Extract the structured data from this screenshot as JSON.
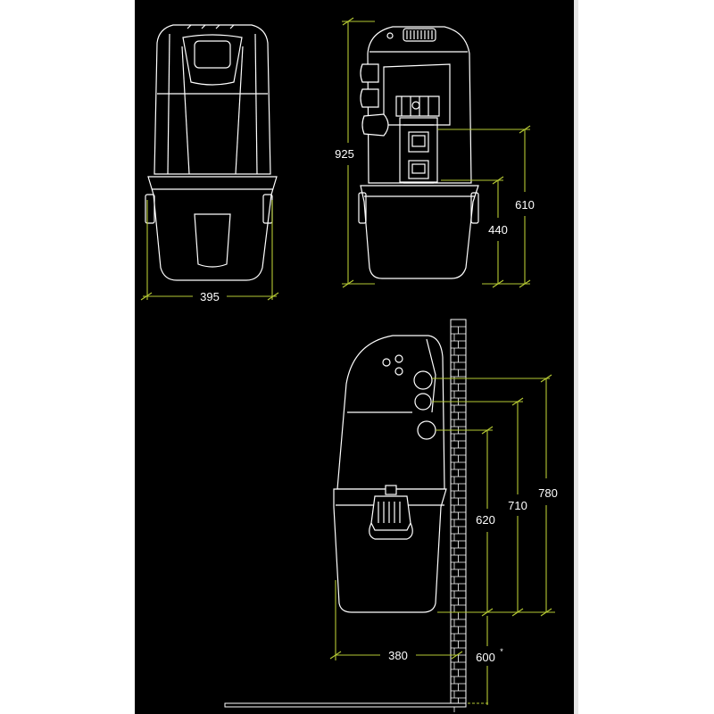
{
  "colors": {
    "background": "#000000",
    "outline": "#ffffff",
    "dimension_line": "#b5c934",
    "page": "#ffffff"
  },
  "front_view": {
    "width_label": "395"
  },
  "side_view": {
    "height_total_label": "925",
    "height_inlet_label": "610",
    "height_bin_label": "440"
  },
  "wall_view": {
    "inlet_top_label": "780",
    "inlet_mid_label": "710",
    "inlet_low_label": "620",
    "depth_label": "380",
    "floor_clearance_label": "600",
    "floor_clearance_note": "*"
  }
}
